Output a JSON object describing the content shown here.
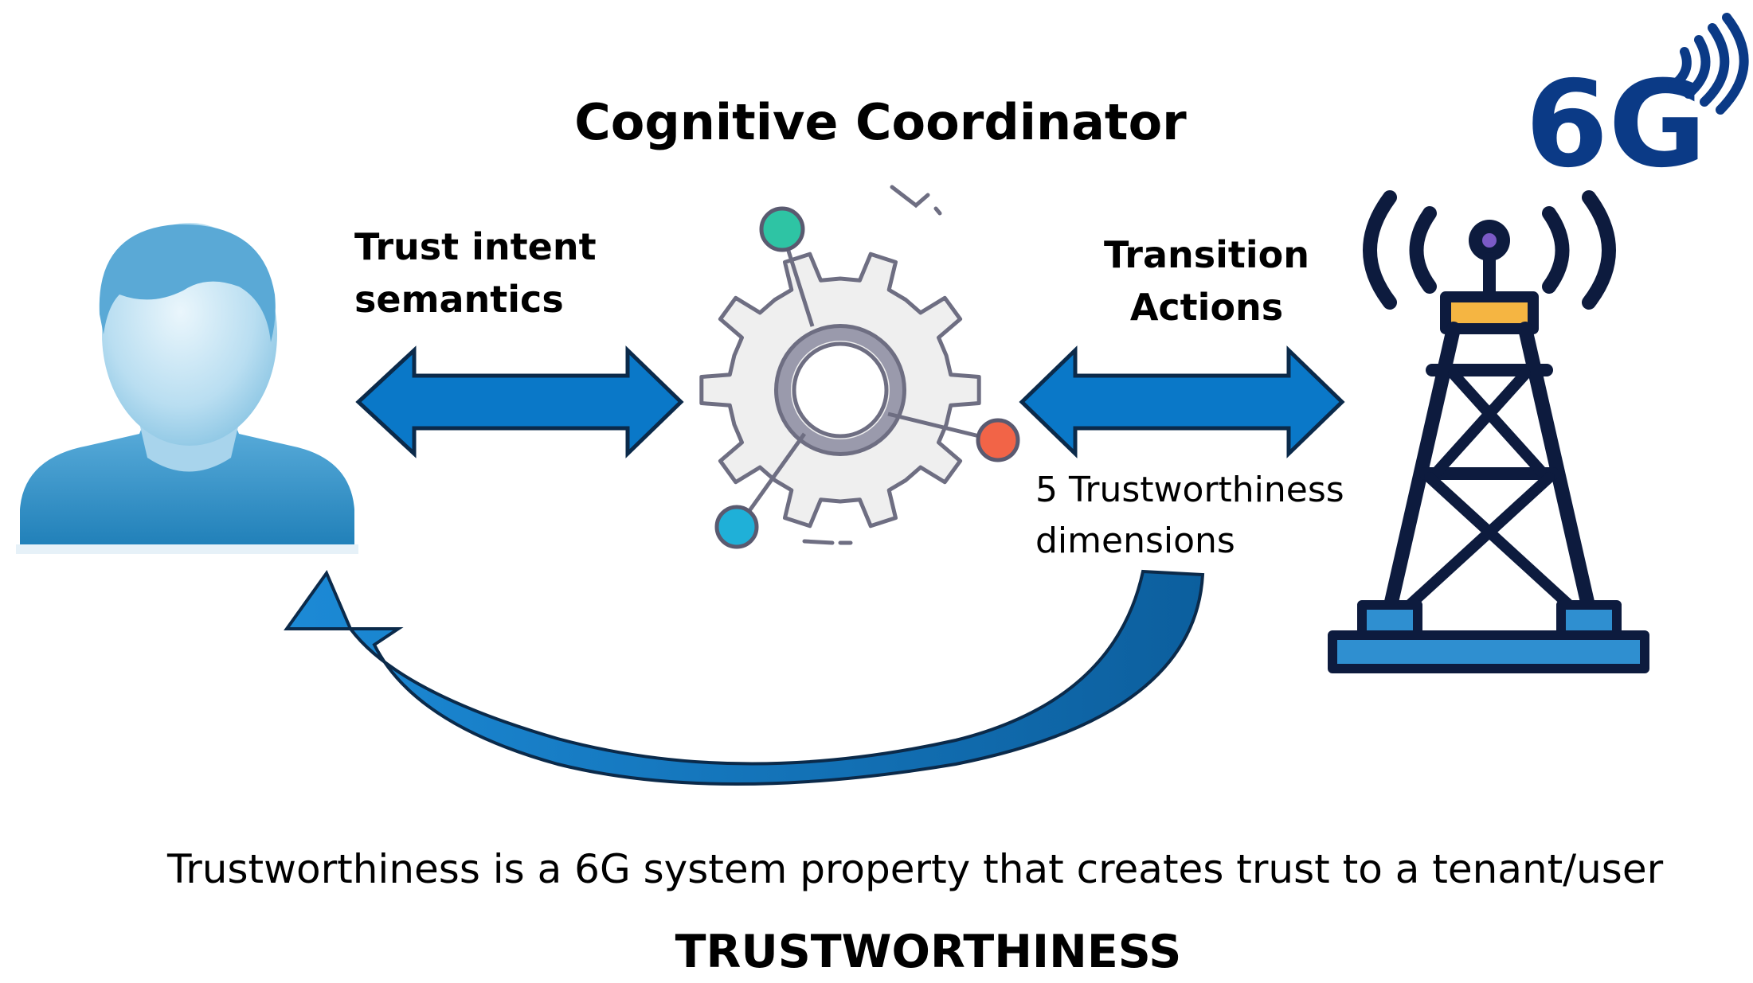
{
  "title": "Cognitive Coordinator",
  "left_label": [
    "Trust intent",
    "semantics"
  ],
  "right_label": [
    "Transition",
    "Actions"
  ],
  "dimensions_label": [
    "5 Trustworthiness",
    "dimensions"
  ],
  "caption": "Trustworthiness is a 6G system property that creates trust to a tenant/user",
  "footer": "TRUSTWORTHINESS",
  "logo_text": "6G",
  "icons": {
    "user": "user-avatar-icon",
    "gear": "gear-network-icon",
    "tower": "cell-tower-icon",
    "logo": "6g-logo-icon"
  },
  "colors": {
    "arrow_fill": "#0a78c8",
    "arrow_stroke": "#0b2a4a",
    "tower": "#0d1b3e",
    "logo": "#0b3a86",
    "user_light": "#8fc7e6",
    "user_dark": "#2f8fc3"
  }
}
